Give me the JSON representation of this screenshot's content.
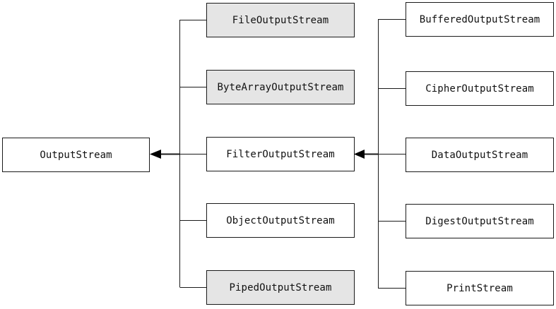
{
  "root": {
    "label": "OutputStream"
  },
  "direct_subclasses": [
    {
      "label": "FileOutputStream",
      "shaded": true
    },
    {
      "label": "ByteArrayOutputStream",
      "shaded": true
    },
    {
      "label": "FilterOutputStream",
      "shaded": false
    },
    {
      "label": "ObjectOutputStream",
      "shaded": false
    },
    {
      "label": "PipedOutputStream",
      "shaded": true
    }
  ],
  "filter_subclasses": [
    {
      "label": "BufferedOutputStream"
    },
    {
      "label": "CipherOutputStream"
    },
    {
      "label": "DataOutputStream"
    },
    {
      "label": "DigestOutputStream"
    },
    {
      "label": "PrintStream"
    }
  ],
  "colors": {
    "line": "#1a1a1a",
    "shaded_fill": "#e5e5e5",
    "fill": "#ffffff"
  }
}
